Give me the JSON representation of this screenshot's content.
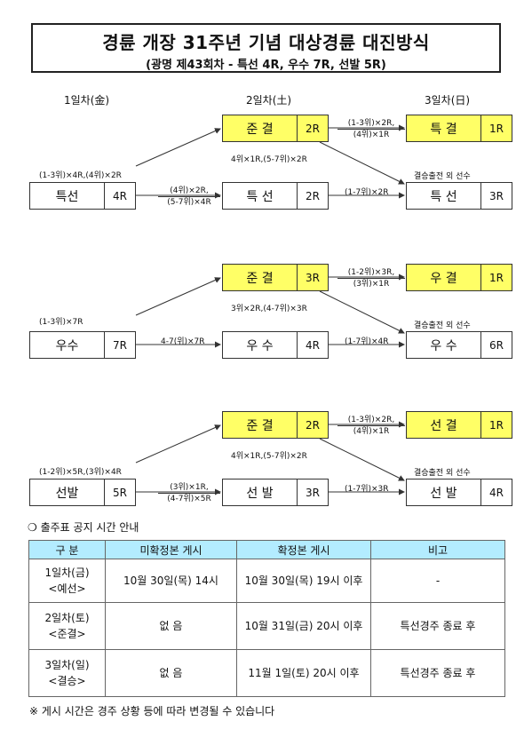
{
  "header": {
    "title": "경륜 개장 31주년 기념 대상경륜 대진방식",
    "subtitle": "(광명 제43회차 - 특선 4R, 우수 7R, 선발 5R)"
  },
  "days": [
    "1일차(金)",
    "2일차(土)",
    "3일차(日)"
  ],
  "groups": [
    {
      "start": {
        "name": "특선",
        "round": "4R"
      },
      "final": {
        "name": "준 결",
        "round": "2R"
      },
      "semi": {
        "name": "특 선",
        "round": "2R"
      },
      "champ": {
        "name": "특 결",
        "round": "1R"
      },
      "cons": {
        "name": "특 선",
        "round": "3R"
      },
      "adv_label": "(1-3위)×4R,(4위)×2R",
      "to_mid": {
        "top": "(4위)×2R,",
        "bot": "(5-7위)×4R"
      },
      "final_fwd": {
        "top": "(1-3위)×2R,",
        "bot": "(4위)×1R"
      },
      "final_down": "4위×1R,(5-7위)×2R",
      "mid_fwd": "(1-7위)×2R",
      "cons_label": "결승출전 외 선수"
    },
    {
      "start": {
        "name": "우수",
        "round": "7R"
      },
      "final": {
        "name": "준 결",
        "round": "3R"
      },
      "semi": {
        "name": "우 수",
        "round": "4R"
      },
      "champ": {
        "name": "우 결",
        "round": "1R"
      },
      "cons": {
        "name": "우 수",
        "round": "6R"
      },
      "adv_label": "(1-3위)×7R",
      "to_mid_single": "4-7(위)×7R",
      "final_fwd": {
        "top": "(1-2위)×3R,",
        "bot": "(3위)×1R"
      },
      "final_down": "3위×2R,(4-7위)×3R",
      "mid_fwd": "(1-7위)×4R",
      "cons_label": "결승출전 외 선수"
    },
    {
      "start": {
        "name": "선발",
        "round": "5R"
      },
      "final": {
        "name": "준 결",
        "round": "2R"
      },
      "semi": {
        "name": "선 발",
        "round": "3R"
      },
      "champ": {
        "name": "선 결",
        "round": "1R"
      },
      "cons": {
        "name": "선 발",
        "round": "4R"
      },
      "adv_label": "(1-2위)×5R,(3위)×4R",
      "to_mid": {
        "top": "(3위)×1R,",
        "bot": "(4-7위)×5R"
      },
      "final_fwd": {
        "top": "(1-3위)×2R,",
        "bot": "(4위)×1R"
      },
      "final_down": "4위×1R,(5-7위)×2R",
      "mid_fwd": "(1-7위)×3R",
      "cons_label": "결승출전 외 선수"
    }
  ],
  "schedule": {
    "heading": "출주표 공지 시간 안내",
    "columns": [
      "구 분",
      "미확정본 게시",
      "확정본 게시",
      "비고"
    ],
    "rows": [
      {
        "day": "1일차(금)",
        "stage": "<예선>",
        "prelim": "10월 30일(목) 14시",
        "final": "10월 30일(목) 19시 이후",
        "note": "-"
      },
      {
        "day": "2일차(토)",
        "stage": "<준결>",
        "prelim": "없 음",
        "final": "10월 31일(금) 20시 이후",
        "note": "특선경주 종료 후"
      },
      {
        "day": "3일차(일)",
        "stage": "<결승>",
        "prelim": "없 음",
        "final": "11월 1일(토) 20시 이후",
        "note": "특선경주 종료 후"
      }
    ],
    "footnote": "※ 게시 시간은 경주 상황 등에 따라 변경될 수 있습니다"
  }
}
